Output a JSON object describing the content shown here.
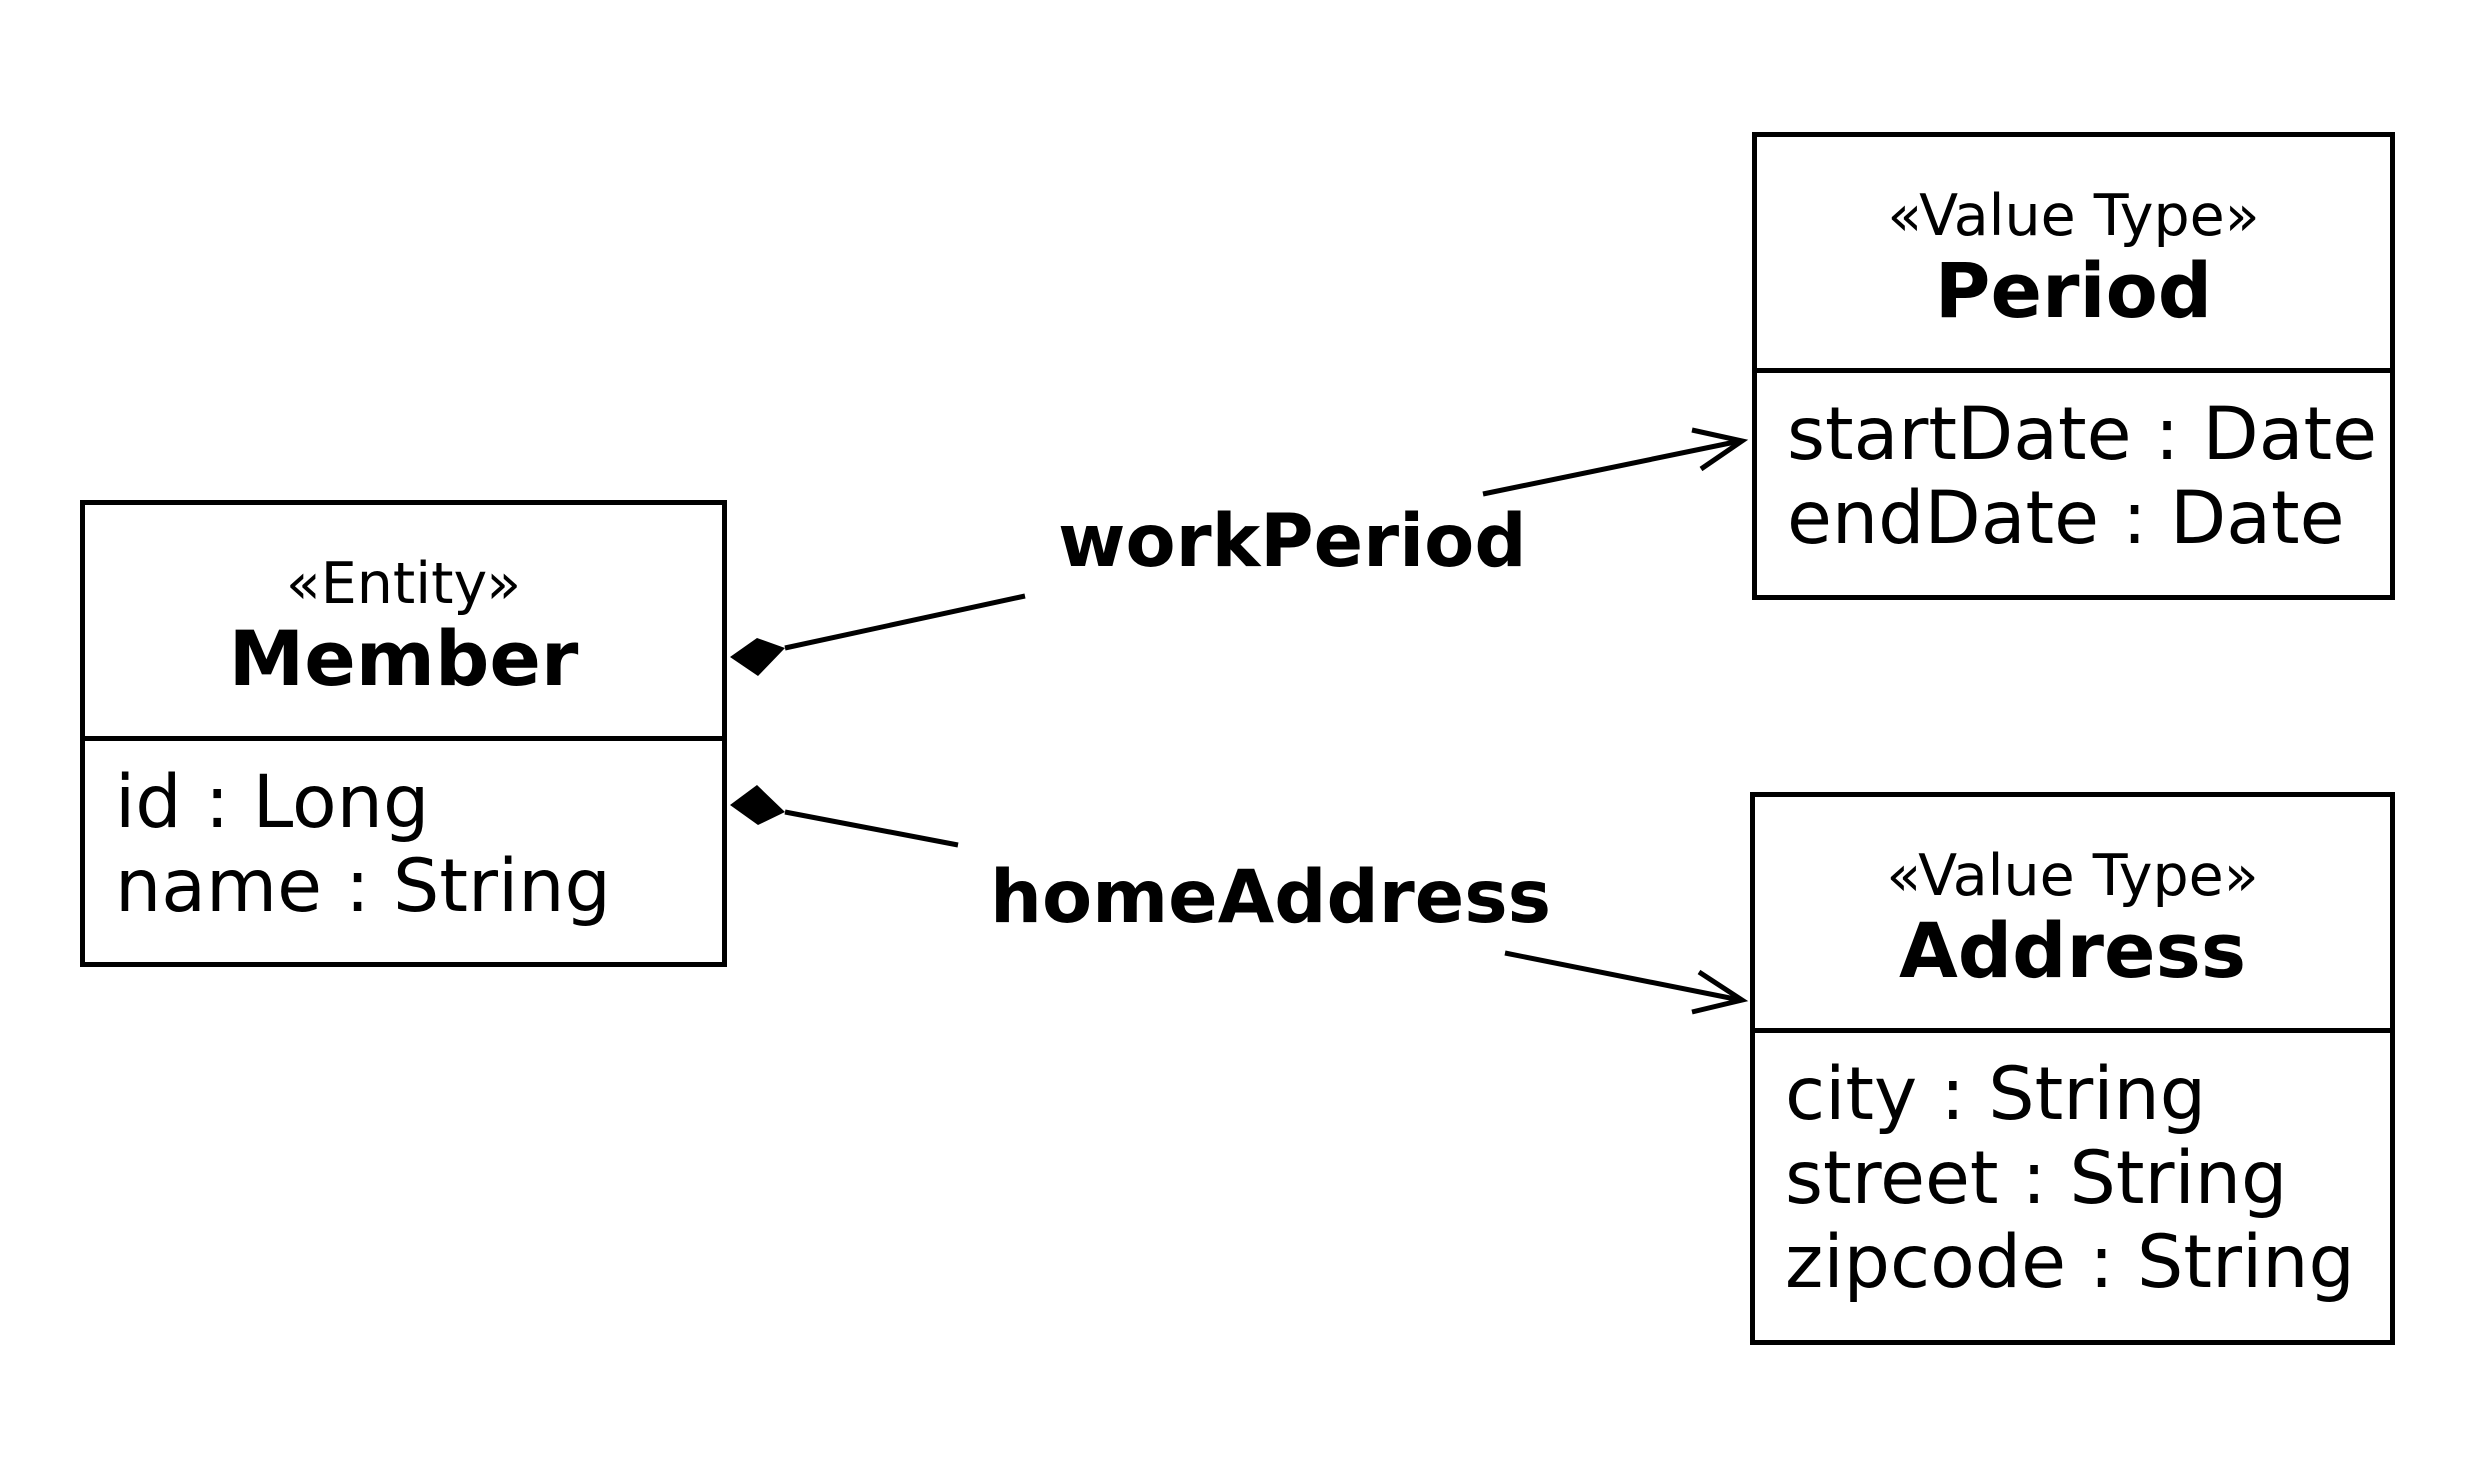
{
  "classes": {
    "member": {
      "stereotype": "«Entity»",
      "name": "Member",
      "attributes": [
        "id : Long",
        "name : String"
      ]
    },
    "period": {
      "stereotype": "«Value Type»",
      "name": "Period",
      "attributes": [
        "startDate : Date",
        "endDate : Date"
      ]
    },
    "address": {
      "stereotype": "«Value Type»",
      "name": "Address",
      "attributes": [
        "city : String",
        "street : String",
        "zipcode : String"
      ]
    }
  },
  "associations": {
    "work_period": {
      "label": "workPeriod",
      "from": "Member",
      "to": "Period",
      "kind": "composition"
    },
    "home_address": {
      "label": "homeAddress",
      "from": "Member",
      "to": "Address",
      "kind": "composition"
    }
  }
}
